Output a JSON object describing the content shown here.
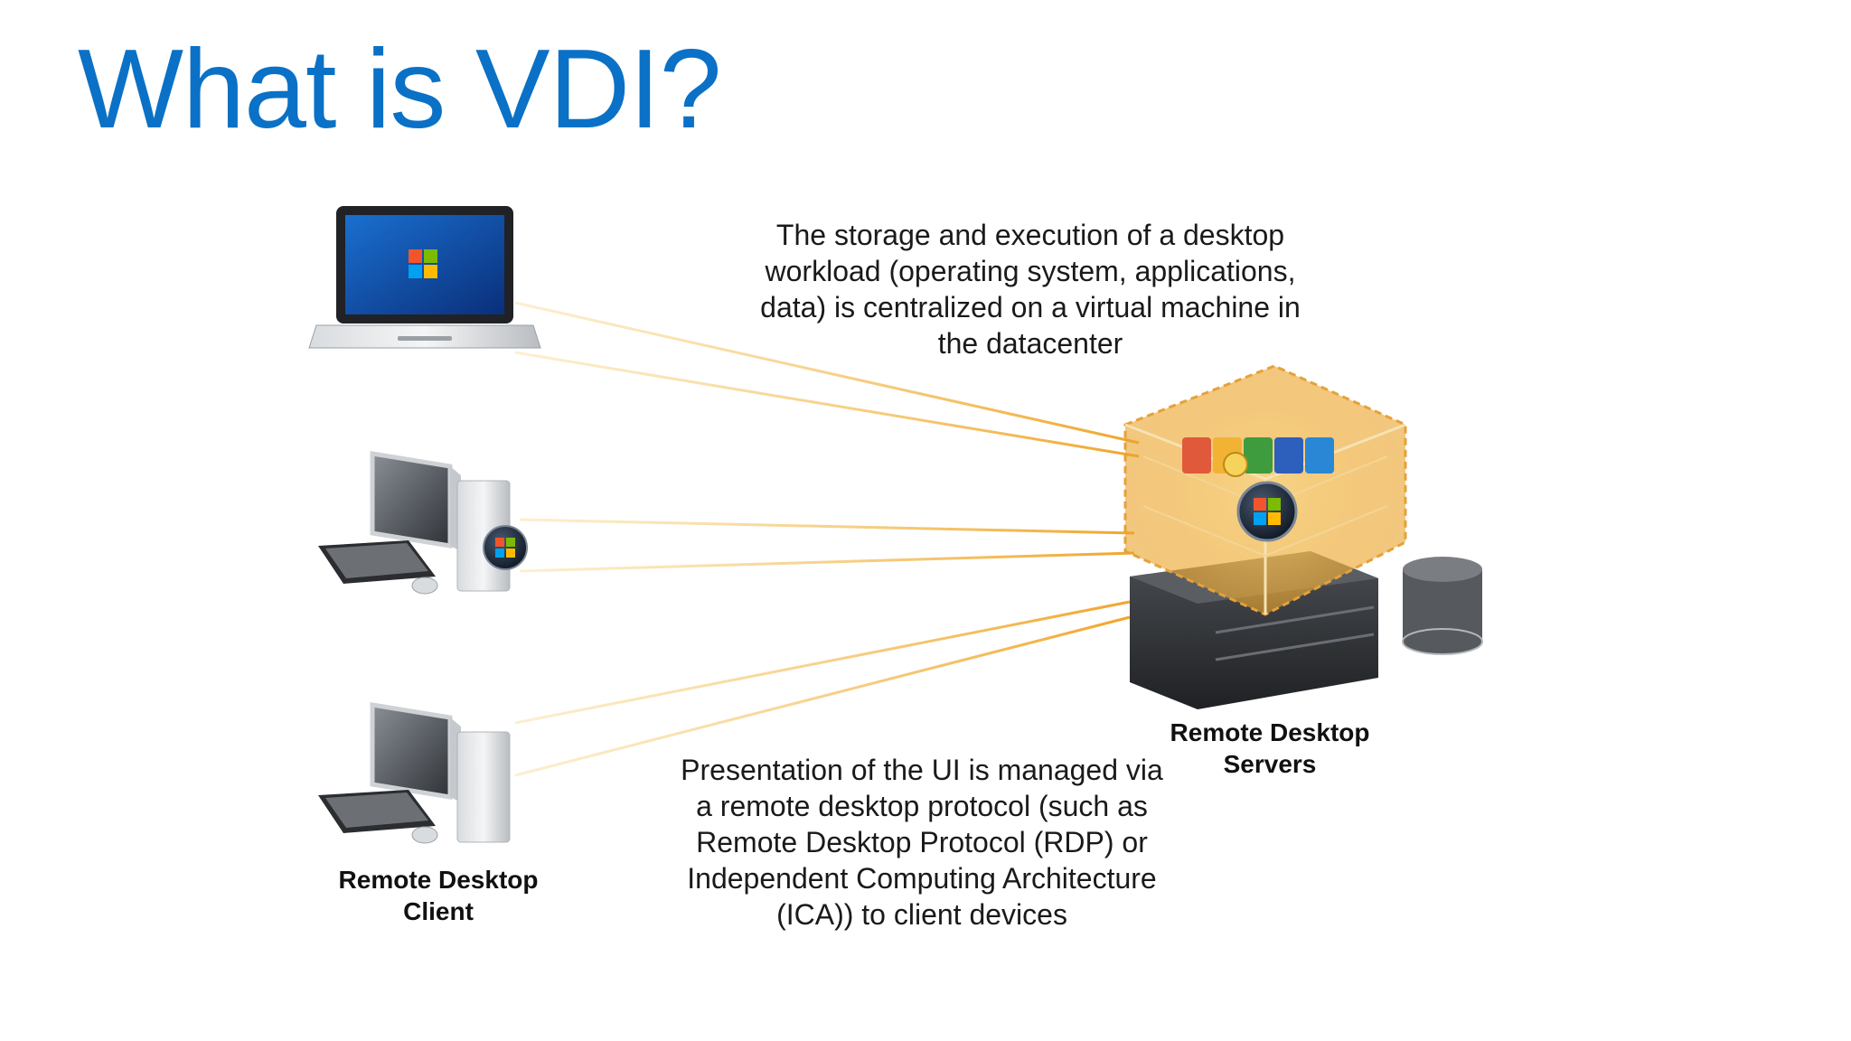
{
  "slide": {
    "title": "What is VDI?",
    "title_color": "#0a71c6",
    "accent_color": "#f0a020"
  },
  "captions": {
    "storage": "The storage and execution of a desktop workload (operating system, applications, data) is centralized on a virtual machine in the datacenter",
    "presentation": "Presentation of the UI is managed via a remote desktop protocol (such as Remote Desktop Protocol (RDP) or Independent Computing Architecture (ICA)) to client devices"
  },
  "labels": {
    "client": "Remote Desktop Client",
    "server": "Remote Desktop Servers"
  },
  "icons": {
    "clients": [
      "laptop-icon",
      "desktop-computer-icon",
      "desktop-computer-icon"
    ],
    "server": [
      "server-rack-icon",
      "virtual-machine-cube-icon",
      "office-apps-icon",
      "windows-logo-icon",
      "database-cylinder-icon"
    ]
  }
}
